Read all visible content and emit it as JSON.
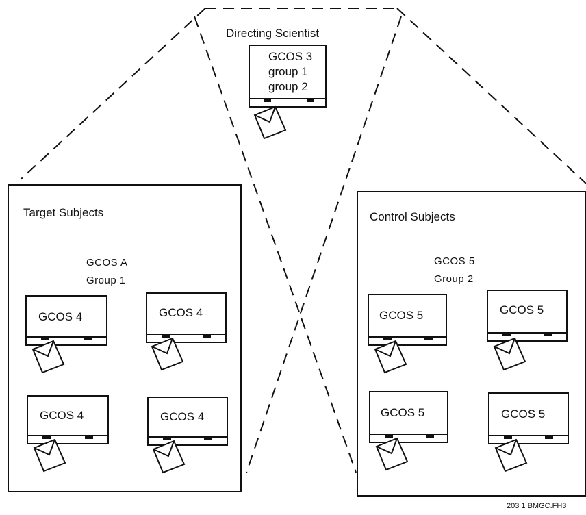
{
  "directing": {
    "label": "Directing   Scientist",
    "screen_lines": [
      "GCOS 3",
      "group 1",
      "group 2"
    ]
  },
  "target": {
    "label": "Target   Subjects",
    "group_lines": [
      "GCOS  A",
      "Group  1"
    ],
    "terminals": [
      "GCOS 4",
      "GCOS 4",
      "GCOS 4",
      "GCOS 4"
    ]
  },
  "control": {
    "label": "Control    Subjects",
    "group_lines": [
      "GCOS  5",
      "Group  2"
    ],
    "terminals": [
      "GCOS 5",
      "GCOS 5",
      "GCOS 5",
      "GCOS 5"
    ]
  },
  "footer_code": "203 1 BMGC.FH3"
}
